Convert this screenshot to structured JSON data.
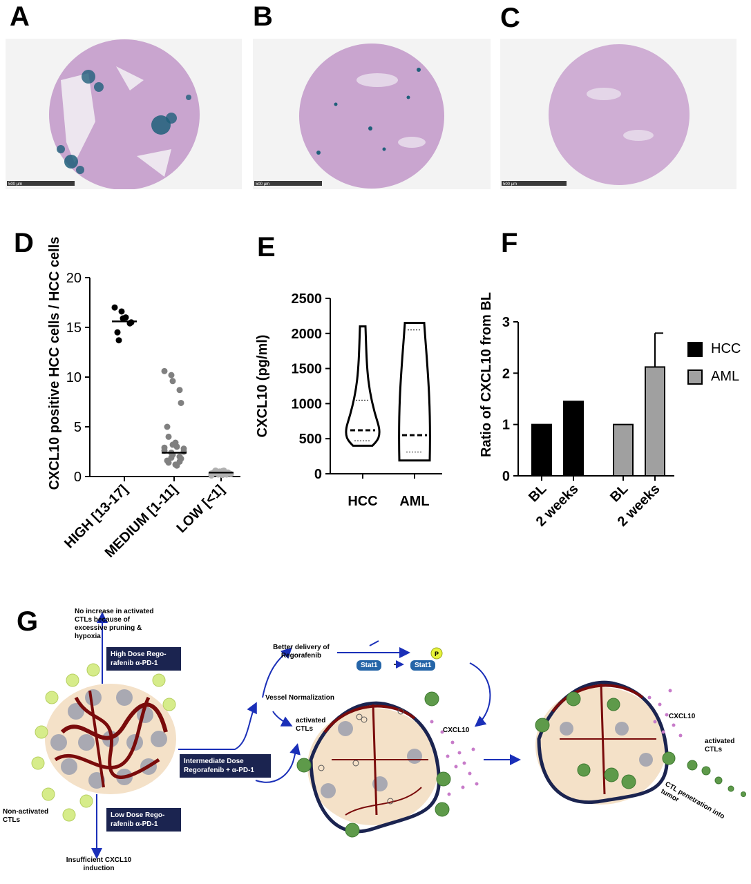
{
  "panels": {
    "A": "A",
    "B": "B",
    "C": "C",
    "D": "D",
    "E": "E",
    "F": "F",
    "G": "G"
  },
  "micrographs": [
    {
      "id": "A",
      "scale_label": "500 µm",
      "stain_level": "high"
    },
    {
      "id": "B",
      "scale_label": "500 µm",
      "stain_level": "medium"
    },
    {
      "id": "C",
      "scale_label": "500 µm",
      "stain_level": "low"
    }
  ],
  "colors": {
    "tissue": "#c9a5cf",
    "stain": "#1f5f7a",
    "dark_red": "#7a0b0b",
    "navy": "#1b2450",
    "arrow_blue": "#1a2fb8",
    "cxcl10_dot": "#c77bc9",
    "ctl_green": "#5e9a4a",
    "ctl_light": "#d6ec8a"
  },
  "chart_data": [
    {
      "type": "scatter",
      "panel": "D",
      "ylabel": "CXCL10 positive HCC cells / HCC cells",
      "ylim": [
        0,
        20
      ],
      "yticks": [
        "0",
        "5",
        "10",
        "15",
        "20"
      ],
      "categories": [
        "HIGH [13-17]",
        "MEDIUM [1-11]",
        "LOW [<1]"
      ],
      "series": [
        {
          "category": "HIGH [13-17]",
          "color": "#000000",
          "median": 15.6,
          "values": [
            17.0,
            16.6,
            15.9,
            15.4,
            15.5,
            14.5,
            13.7,
            16.0
          ]
        },
        {
          "category": "MEDIUM [1-11]",
          "color": "#808080",
          "median": 2.4,
          "values": [
            10.6,
            10.2,
            9.6,
            8.7,
            7.4,
            5.0,
            4.0,
            3.4,
            3.0,
            2.8,
            2.6,
            2.4,
            2.2,
            2.0,
            1.8,
            1.6,
            1.4,
            1.2,
            1.1,
            2.5,
            2.9,
            1.9,
            3.2,
            1.5
          ]
        },
        {
          "category": "LOW [<1]",
          "color": "#b0b0b0",
          "median": 0.4,
          "values": [
            0.1,
            0.2,
            0.3,
            0.35,
            0.4,
            0.45,
            0.5,
            0.55,
            0.6,
            0.25,
            0.3,
            0.45,
            0.5,
            0.2,
            0.4,
            0.35,
            0.6,
            0.15
          ]
        }
      ]
    },
    {
      "type": "violin",
      "panel": "E",
      "ylabel": "CXCL10 (pg/ml)",
      "ylim": [
        0,
        2500
      ],
      "yticks": [
        "0",
        "500",
        "1000",
        "1500",
        "2000",
        "2500"
      ],
      "categories": [
        "HCC",
        "AML"
      ],
      "series": [
        {
          "category": "HCC",
          "min": 400,
          "max": 2100,
          "median": 620,
          "q1": 470,
          "q3": 1050
        },
        {
          "category": "AML",
          "min": 190,
          "max": 2150,
          "median": 550,
          "q1": 310,
          "q3": 2050
        }
      ]
    },
    {
      "type": "bar",
      "panel": "F",
      "ylabel": "Ratio of CXCL10 from BL",
      "ylim": [
        0,
        3
      ],
      "yticks": [
        "0",
        "1",
        "2",
        "3"
      ],
      "categories": [
        "BL",
        "2 weeks",
        "BL",
        "2 weeks"
      ],
      "values": [
        1.0,
        1.45,
        1.0,
        2.12
      ],
      "errors": [
        0,
        0,
        0,
        0.66
      ],
      "groups": [
        "HCC",
        "HCC",
        "AML",
        "AML"
      ],
      "legend": [
        {
          "name": "HCC",
          "color": "#000000"
        },
        {
          "name": "AML",
          "color": "#a0a0a0"
        }
      ],
      "legend_position": "right"
    }
  ],
  "diagram": {
    "top_outcome": "No increase in activated CTLs because of excessive pruning & hypoxia",
    "high_dose": "High Dose Rego-rafenib α-PD-1",
    "low_dose": "Low Dose Rego-rafenib α-PD-1",
    "bottom_outcome": "Insufficient CXCL10 induction",
    "non_activated": "Non-activated CTLs",
    "intermediate": "Intermediate Dose Regorafenib + α-PD-1",
    "vessel_normalization": "Vessel Normalization",
    "better_delivery": "Better delivery of Regorafenib",
    "stat1_a": "Stat1",
    "stat1_b": "Stat1",
    "phospho": "P",
    "activated_ctls_1": "activated CTLs",
    "cxcl10_1": "CXCL10",
    "cxcl10_2": "CXCL10",
    "activated_ctls_2": "activated CTLs",
    "penetration": "CTL penetration into tumor"
  }
}
